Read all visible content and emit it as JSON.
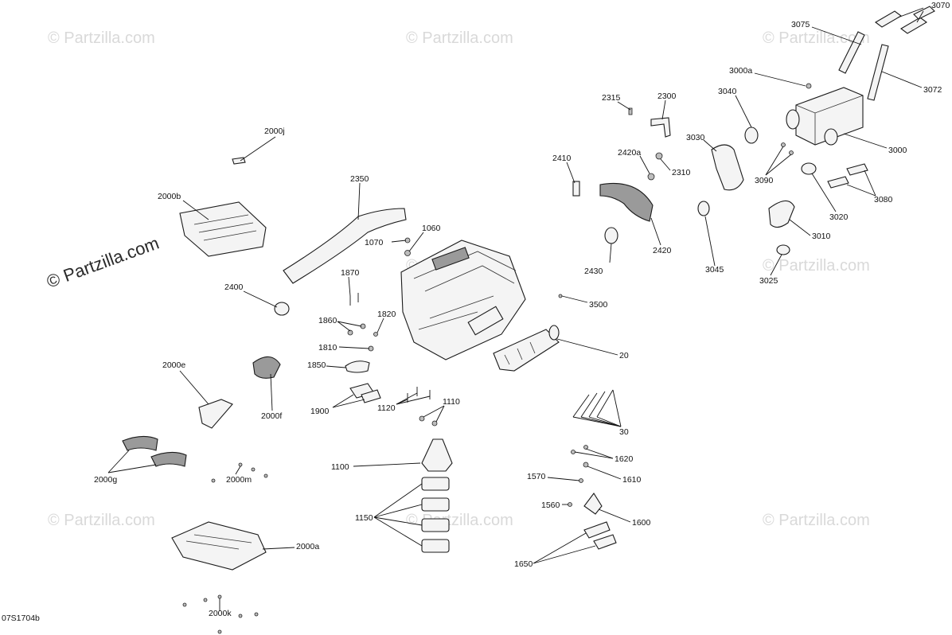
{
  "watermarks": {
    "small": "© Partzilla.com",
    "large": "© Partzilla.com"
  },
  "footer": {
    "diagram_code": "07S1704b"
  },
  "labels": {
    "l3075": "3075",
    "l3070": "3070",
    "l3000a": "3000a",
    "l3072": "3072",
    "l3040": "3040",
    "l3000": "3000",
    "l2315": "2315",
    "l2300": "2300",
    "l3030": "3030",
    "l2420a": "2420a",
    "l2310": "2310",
    "l2410": "2410",
    "l3090": "3090",
    "l3080": "3080",
    "l3020": "3020",
    "l2000j": "2000j",
    "l2350": "2350",
    "l2000b": "2000b",
    "l1060": "1060",
    "l1070": "1070",
    "l2430": "2430",
    "l2420": "2420",
    "l3045": "3045",
    "l3010": "3010",
    "l3025": "3025",
    "l1870": "1870",
    "l2400": "2400",
    "l3500": "3500",
    "l1820": "1820",
    "l1860": "1860",
    "l1810": "1810",
    "l20": "20",
    "l2000e": "2000e",
    "l1850": "1850",
    "l1900": "1900",
    "l1120": "1120",
    "l1110": "1110",
    "l2000f": "2000f",
    "l30": "30",
    "l1100": "1100",
    "l2000g": "2000g",
    "l2000m": "2000m",
    "l1620": "1620",
    "l1570": "1570",
    "l1610": "1610",
    "l1560": "1560",
    "l1150": "1150",
    "l1600": "1600",
    "l2000a": "2000a",
    "l1650": "1650",
    "l2000k": "2000k"
  }
}
